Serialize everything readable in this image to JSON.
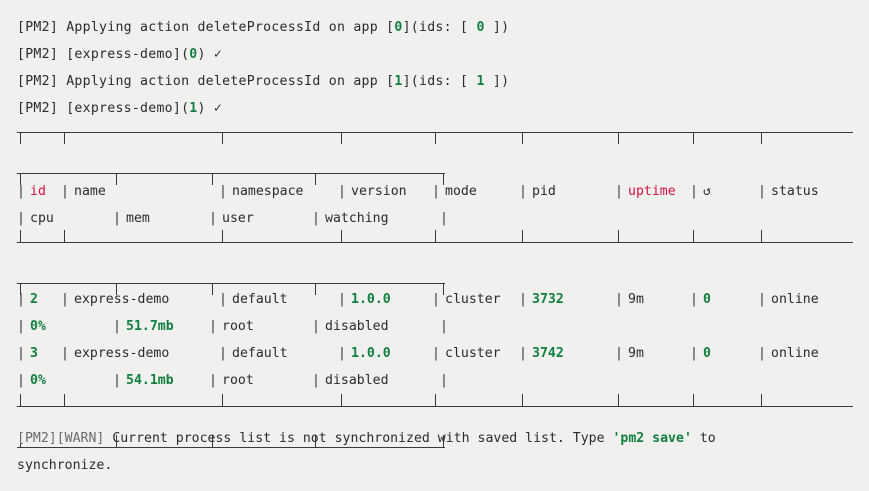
{
  "terminal": {
    "background": "#f0f0ee",
    "foreground": "#2b2b2b",
    "accent_green": "#10803e",
    "accent_red": "#d6104a",
    "border_color": "#3a3a3a"
  },
  "log_lines": [
    {
      "id": "log-0",
      "segments": [
        {
          "text": "[PM2] Applying action deleteProcessId on app [",
          "style": "plain"
        },
        {
          "text": "0",
          "style": "green-bold"
        },
        {
          "text": "](ids: [ ",
          "style": "plain"
        },
        {
          "text": "0",
          "style": "green-bold"
        },
        {
          "text": " ])",
          "style": "plain"
        }
      ]
    },
    {
      "id": "log-1",
      "segments": [
        {
          "text": "[PM2] [express-demo](",
          "style": "plain"
        },
        {
          "text": "0",
          "style": "green-bold"
        },
        {
          "text": ") ",
          "style": "plain"
        },
        {
          "text": "✓",
          "style": "plain"
        }
      ]
    },
    {
      "id": "log-2",
      "segments": [
        {
          "text": "[PM2] Applying action deleteProcessId on app [",
          "style": "plain"
        },
        {
          "text": "1",
          "style": "green-bold"
        },
        {
          "text": "](ids: [ ",
          "style": "plain"
        },
        {
          "text": "1",
          "style": "green-bold"
        },
        {
          "text": " ])",
          "style": "plain"
        }
      ]
    },
    {
      "id": "log-3",
      "segments": [
        {
          "text": "[PM2] [express-demo](",
          "style": "plain"
        },
        {
          "text": "1",
          "style": "green-bold"
        },
        {
          "text": ") ",
          "style": "plain"
        },
        {
          "text": "✓",
          "style": "plain"
        }
      ]
    }
  ],
  "table": {
    "headers_line1": [
      "id",
      "name",
      "namespace",
      "version",
      "mode",
      "pid",
      "uptime",
      "↺",
      "status"
    ],
    "headers_line2": [
      "cpu",
      "mem",
      "user",
      "watching"
    ],
    "header_accent_columns": [
      "id",
      "uptime"
    ],
    "rows": [
      {
        "id": "2",
        "name": "express-demo",
        "namespace": "default",
        "version": "1.0.0",
        "mode": "cluster",
        "pid": "3732",
        "uptime": "9m",
        "restarts": "0",
        "status": "online",
        "cpu": "0%",
        "mem": "51.7mb",
        "user": "root",
        "watching": "disabled"
      },
      {
        "id": "3",
        "name": "express-demo",
        "namespace": "default",
        "version": "1.0.0",
        "mode": "cluster",
        "pid": "3742",
        "uptime": "9m",
        "restarts": "0",
        "status": "online",
        "cpu": "0%",
        "mem": "54.1mb",
        "user": "root",
        "watching": "disabled"
      }
    ]
  },
  "warning": {
    "tag": "[PM2][WARN]",
    "text_before": " Current process list is not synchronized with saved list. Type ",
    "command": "'pm2 save'",
    "text_after": " to",
    "continuation": "synchronize."
  }
}
